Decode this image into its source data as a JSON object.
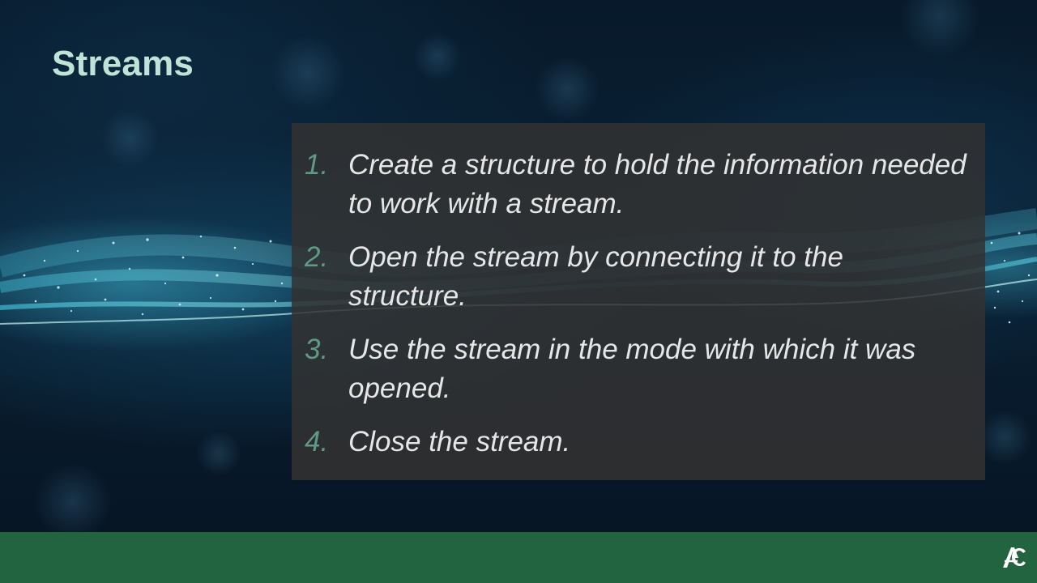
{
  "slide": {
    "title": "Streams",
    "steps": [
      {
        "number": "1.",
        "text": "Create a structure to hold the information needed to work with a stream."
      },
      {
        "number": "2.",
        "text": "Open the stream by connecting it to the structure."
      },
      {
        "number": "3.",
        "text": "Use the stream in the mode with which it was opened."
      },
      {
        "number": "4.",
        "text": "Close the stream."
      }
    ]
  },
  "footer": {
    "logo_icon": "ac-logo-icon",
    "bar_color": "#226340"
  },
  "colors": {
    "title": "#bfe3d6",
    "step_number": "#5f9a82",
    "step_text": "#e6e6e6",
    "content_panel": "#323232"
  }
}
